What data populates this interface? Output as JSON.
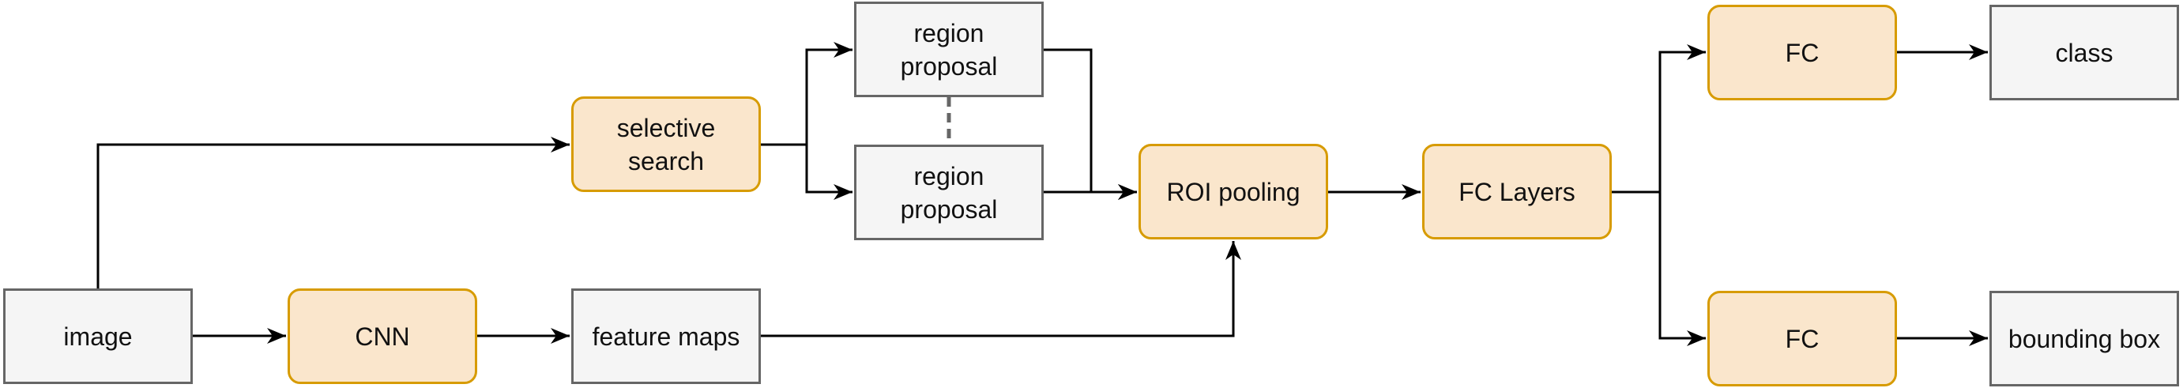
{
  "diagram": {
    "nodes": [
      {
        "id": "image",
        "label": "image",
        "kind": "data"
      },
      {
        "id": "cnn",
        "label": "CNN",
        "kind": "process"
      },
      {
        "id": "feature_maps",
        "label": "feature maps",
        "kind": "data"
      },
      {
        "id": "selective_search",
        "label": "selective\nsearch",
        "kind": "process"
      },
      {
        "id": "region_proposal_1",
        "label": "region\nproposal",
        "kind": "data"
      },
      {
        "id": "region_proposal_2",
        "label": "region\nproposal",
        "kind": "data"
      },
      {
        "id": "roi_pooling",
        "label": "ROI pooling",
        "kind": "process"
      },
      {
        "id": "fc_layers",
        "label": "FC  Layers",
        "kind": "process"
      },
      {
        "id": "fc_top",
        "label": "FC",
        "kind": "process"
      },
      {
        "id": "fc_bottom",
        "label": "FC",
        "kind": "process"
      },
      {
        "id": "class",
        "label": "class",
        "kind": "data"
      },
      {
        "id": "bounding_box",
        "label": "bounding box",
        "kind": "data"
      }
    ],
    "edges": [
      {
        "from": "image",
        "to": "cnn",
        "style": "arrow"
      },
      {
        "from": "cnn",
        "to": "feature_maps",
        "style": "arrow"
      },
      {
        "from": "image",
        "to": "selective_search",
        "style": "arrow"
      },
      {
        "from": "selective_search",
        "to": "region_proposal_1",
        "style": "arrow"
      },
      {
        "from": "selective_search",
        "to": "region_proposal_2",
        "style": "arrow"
      },
      {
        "from": "region_proposal_1",
        "to": "region_proposal_2",
        "style": "dashed"
      },
      {
        "from": "region_proposal_1",
        "to": "roi_pooling",
        "style": "arrow"
      },
      {
        "from": "region_proposal_2",
        "to": "roi_pooling",
        "style": "arrow"
      },
      {
        "from": "feature_maps",
        "to": "roi_pooling",
        "style": "arrow"
      },
      {
        "from": "roi_pooling",
        "to": "fc_layers",
        "style": "arrow"
      },
      {
        "from": "fc_layers",
        "to": "fc_top",
        "style": "arrow"
      },
      {
        "from": "fc_layers",
        "to": "fc_bottom",
        "style": "arrow"
      },
      {
        "from": "fc_top",
        "to": "class",
        "style": "arrow"
      },
      {
        "from": "fc_bottom",
        "to": "bounding_box",
        "style": "arrow"
      }
    ],
    "colors": {
      "process_fill": "#fae6cc",
      "process_stroke": "#d79b00",
      "data_fill": "#f5f5f5",
      "data_stroke": "#666666",
      "edge": "#000000",
      "dashed_edge": "#666666"
    }
  }
}
